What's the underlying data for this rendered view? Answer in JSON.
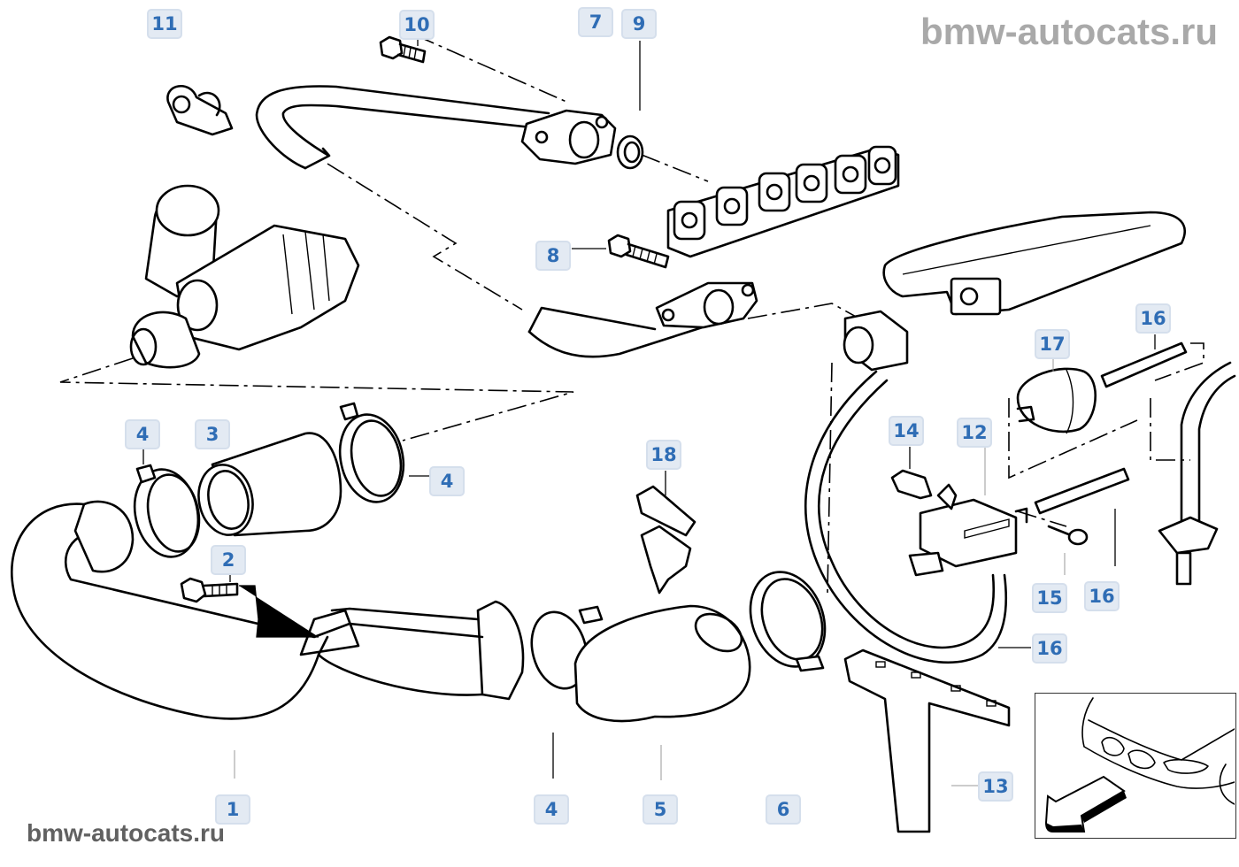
{
  "watermarks": {
    "top": "bmw-autocats.ru",
    "bottom": "bmw-autocats.ru"
  },
  "colors": {
    "badge_bg": "#e3eaf3",
    "badge_border": "#d5dfec",
    "badge_text": "#2f6db5",
    "watermark_top": "#a9a9a9",
    "watermark_bottom": "#616161"
  },
  "callouts": [
    {
      "id": "c11",
      "label": "11"
    },
    {
      "id": "c10",
      "label": "10"
    },
    {
      "id": "c7",
      "label": "7"
    },
    {
      "id": "c9",
      "label": "9"
    },
    {
      "id": "c8",
      "label": "8"
    },
    {
      "id": "c16a",
      "label": "16"
    },
    {
      "id": "c17",
      "label": "17"
    },
    {
      "id": "c4a",
      "label": "4"
    },
    {
      "id": "c3",
      "label": "3"
    },
    {
      "id": "c4b",
      "label": "4"
    },
    {
      "id": "c14",
      "label": "14"
    },
    {
      "id": "c12",
      "label": "12"
    },
    {
      "id": "c18",
      "label": "18"
    },
    {
      "id": "c2",
      "label": "2"
    },
    {
      "id": "c15",
      "label": "15"
    },
    {
      "id": "c16b",
      "label": "16"
    },
    {
      "id": "c16c",
      "label": "16"
    },
    {
      "id": "c13",
      "label": "13"
    },
    {
      "id": "c1",
      "label": "1"
    },
    {
      "id": "c4c",
      "label": "4"
    },
    {
      "id": "c5",
      "label": "5"
    },
    {
      "id": "c6",
      "label": "6"
    }
  ],
  "inset": {
    "icon": "car-front-locator-icon",
    "arrow": "direction-arrow-icon"
  }
}
